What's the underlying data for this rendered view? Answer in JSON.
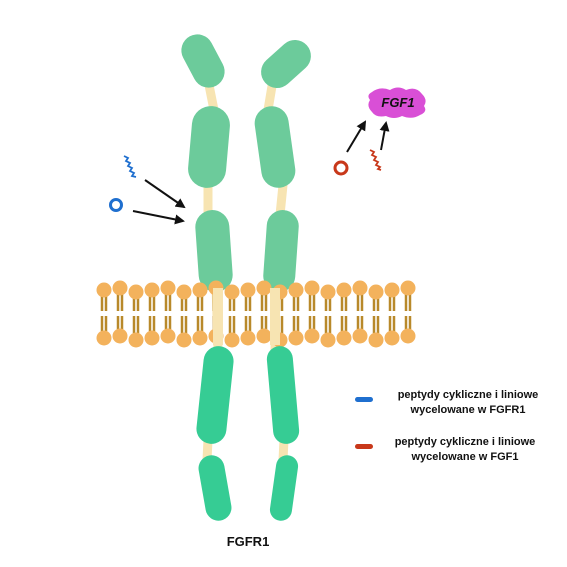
{
  "labels": {
    "ligand": "FGF1",
    "receptor": "FGFR1"
  },
  "legend": [
    {
      "text_line1": "peptydy cykliczne i liniowe",
      "text_line2": "wycelowane w FGFR1",
      "color": "#1f6fcf"
    },
    {
      "text_line1": "peptydy cykliczne i liniowe",
      "text_line2": "wycelowane w FGF1",
      "color": "#c8381a"
    }
  ],
  "colors": {
    "upper_domain": "#6ccb9b",
    "lower_domain": "#36cc94",
    "linker": "#f7e4b2",
    "membrane_head": "#f3b25c",
    "membrane_tail": "#b8892a",
    "ligand": "#d94fd6",
    "arrow": "#111111",
    "fgfr1_peptide": "#1f6fcf",
    "fgf1_peptide": "#c8381a"
  }
}
